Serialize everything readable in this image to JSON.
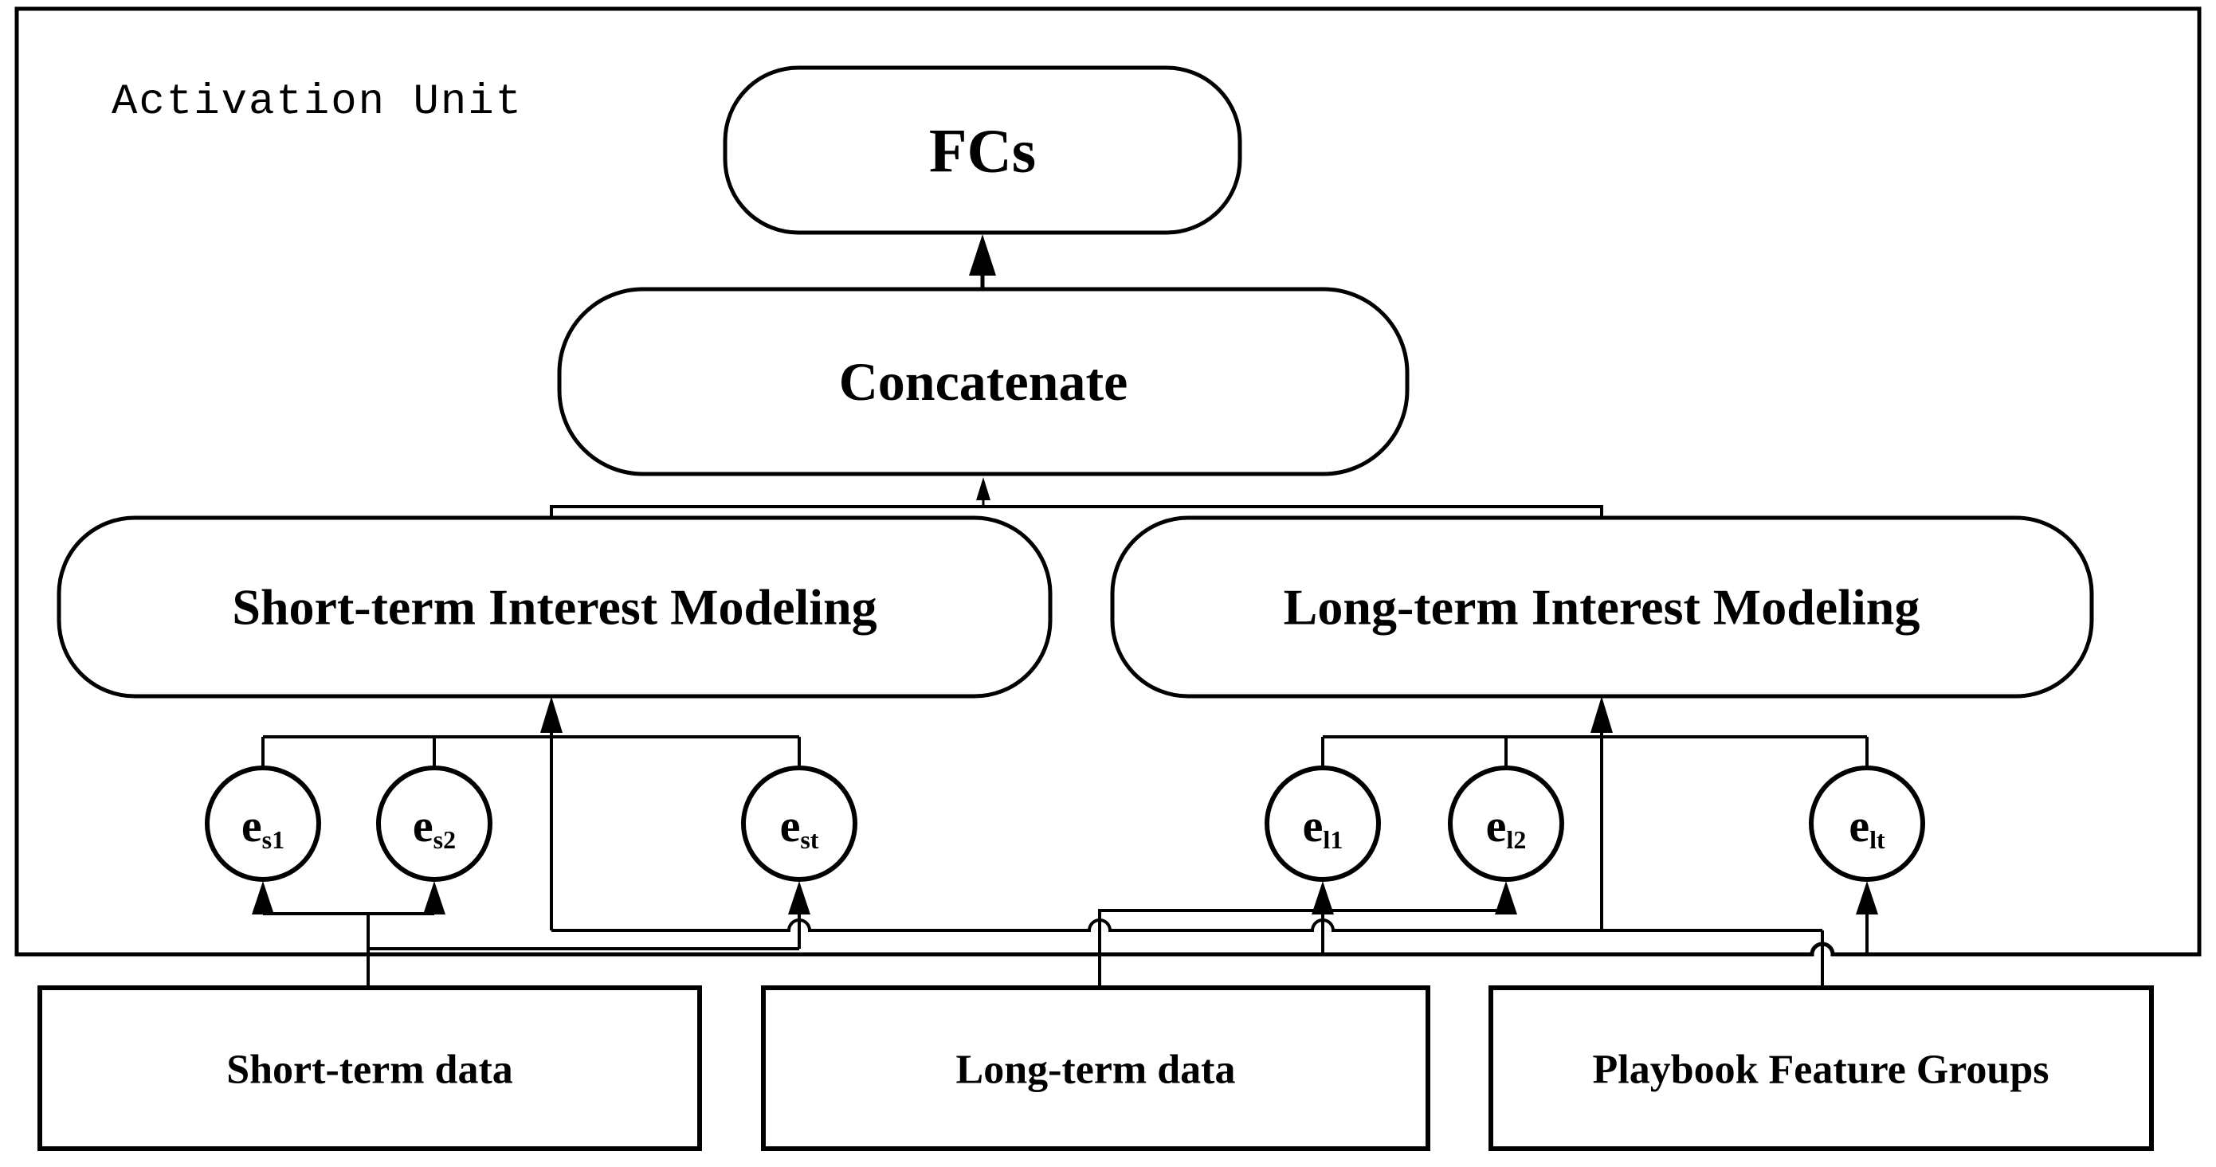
{
  "diagram": {
    "container_label": "Activation Unit",
    "nodes": {
      "fcs": "FCs",
      "concatenate": "Concatenate",
      "short_term_modeling": "Short-term Interest Modeling",
      "long_term_modeling": "Long-term Interest Modeling"
    },
    "embeddings": {
      "es1": {
        "base": "e",
        "sub": "s1"
      },
      "es2": {
        "base": "e",
        "sub": "s2"
      },
      "est": {
        "base": "e",
        "sub": "st"
      },
      "el1": {
        "base": "e",
        "sub": "l1"
      },
      "el2": {
        "base": "e",
        "sub": "l2"
      },
      "elt": {
        "base": "e",
        "sub": "lt"
      }
    },
    "inputs": {
      "short_term_data": "Short-term data",
      "long_term_data": "Long-term data",
      "playbook": "Playbook Feature Groups"
    },
    "colors": {
      "line": "#000000",
      "background": "#ffffff"
    }
  }
}
